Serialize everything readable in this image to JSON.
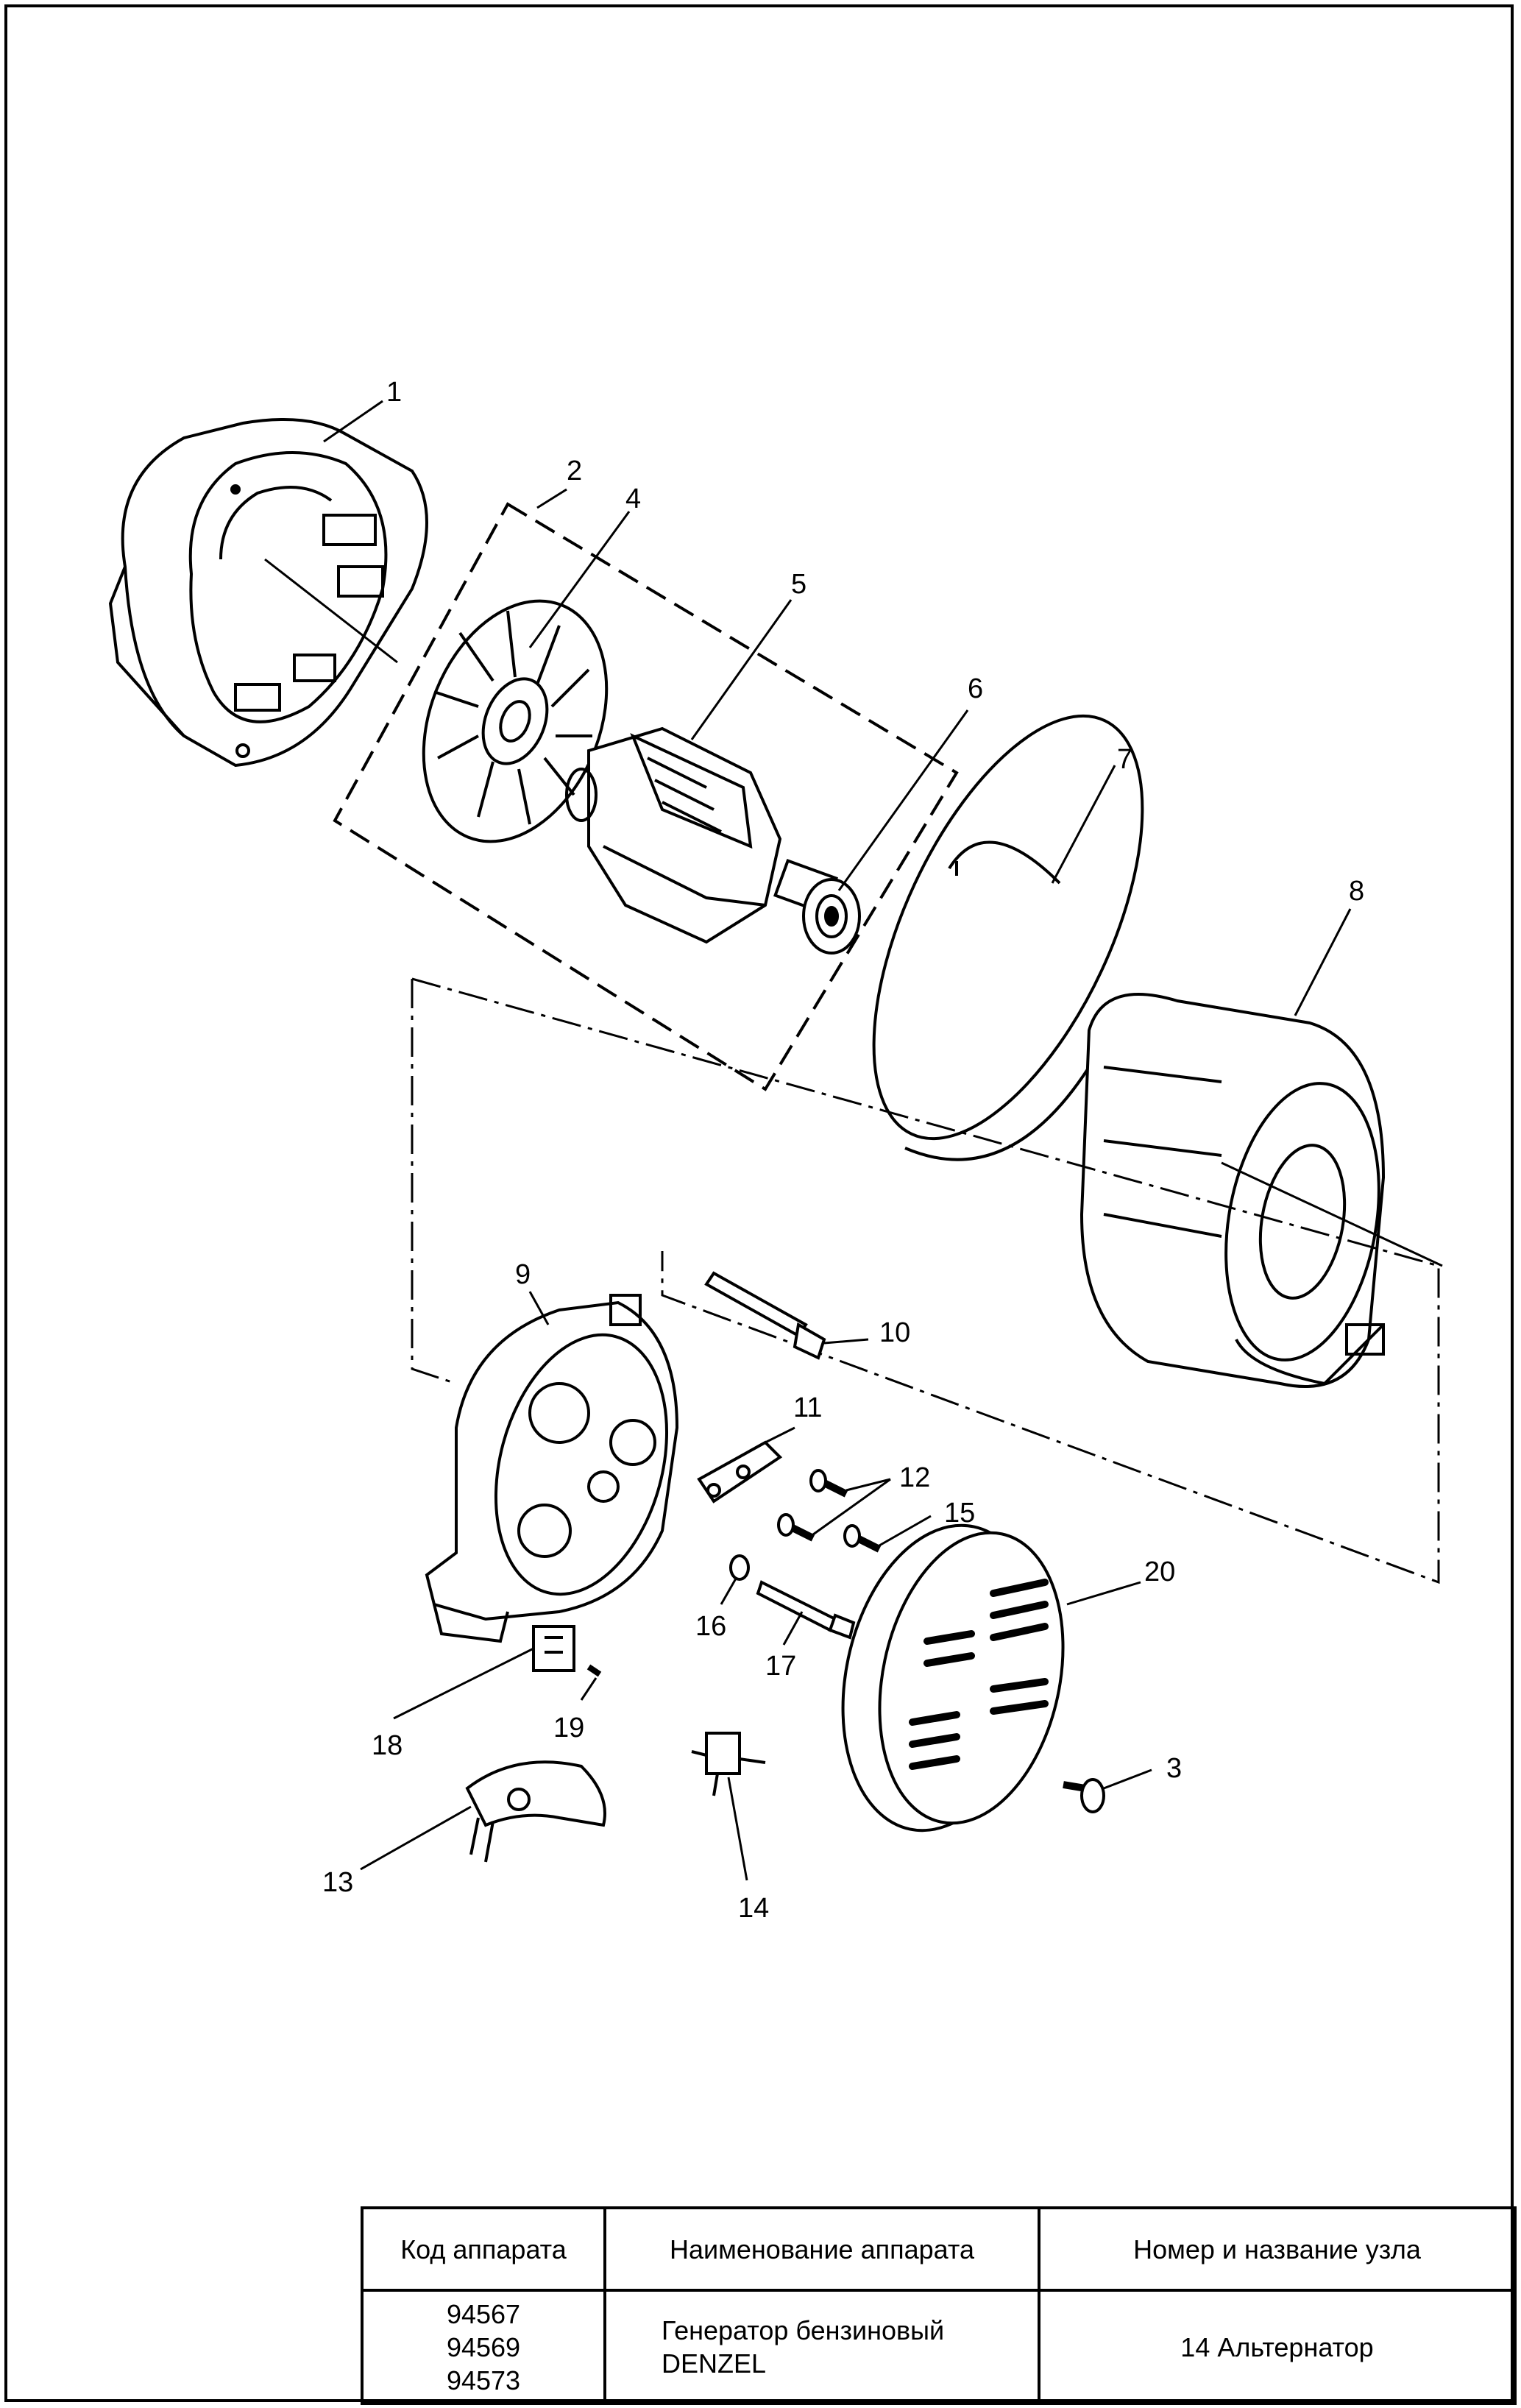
{
  "callouts": [
    "1",
    "2",
    "3",
    "4",
    "5",
    "6",
    "7",
    "8",
    "9",
    "10",
    "11",
    "12",
    "13",
    "14",
    "15",
    "16",
    "17",
    "18",
    "19",
    "20"
  ],
  "table": {
    "headers": [
      "Код аппарата",
      "Наименование аппарата",
      "Номер и название узла"
    ],
    "codes": [
      "94567",
      "94569",
      "94573"
    ],
    "device_name_line1": "Генератор бензиновый",
    "device_name_line2": "DENZEL",
    "unit_number": "14",
    "unit_name": "Альтернатор"
  }
}
